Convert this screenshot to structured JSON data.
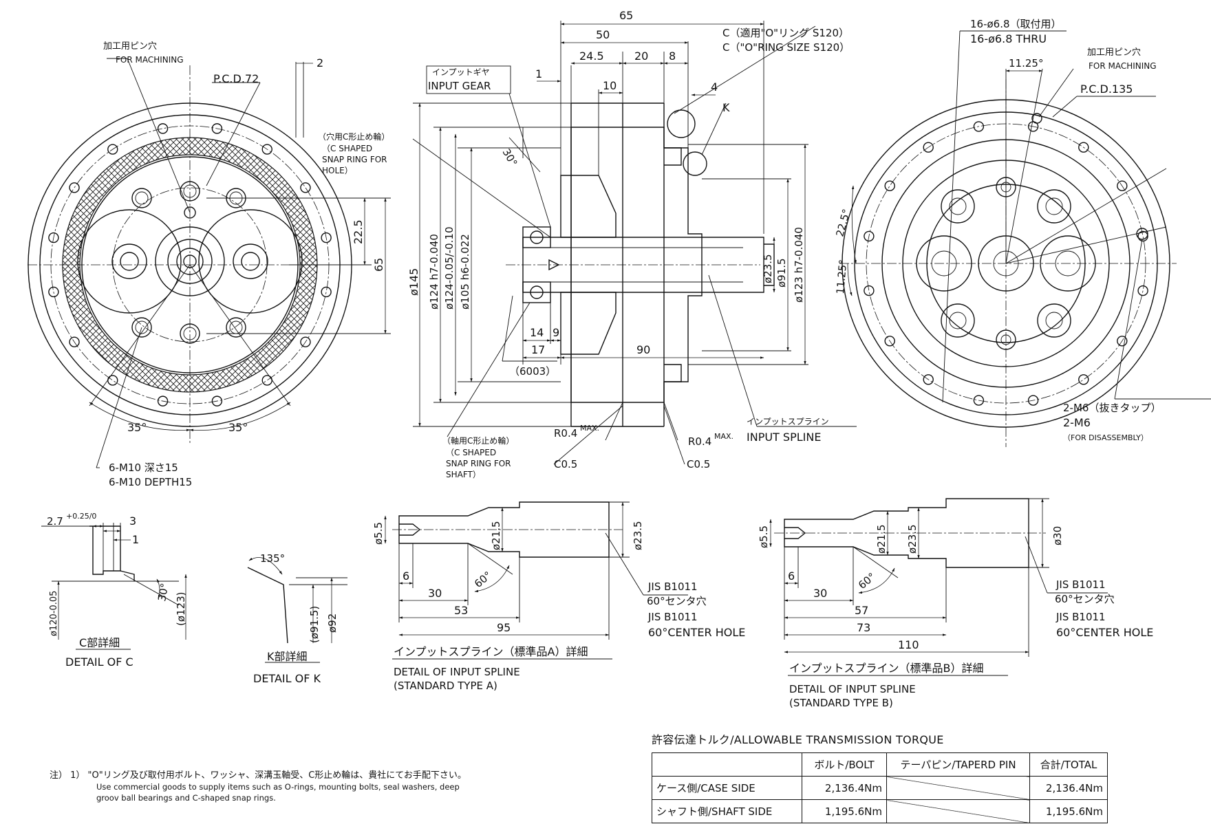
{
  "left_view": {
    "pin_hole_jp": "加工用ピン穴",
    "pin_hole_en": "FOR MACHINING",
    "pcd": "P.C.D.72",
    "dim_2": "2",
    "dim_22_5": "22.5",
    "dim_65": "65",
    "angle_a": "35°",
    "angle_b": "35°",
    "tap_jp": "6-M10 深さ15",
    "tap_en": "6-M10 DEPTH15"
  },
  "section_view": {
    "dim_65": "65",
    "dim_50": "50",
    "dim_24_5": "24.5",
    "dim_20": "20",
    "dim_8": "8",
    "dim_1": "1",
    "dim_10": "10",
    "dim_4": "4",
    "k_label": "K",
    "c_label_jp": "C（適用\"O\"リング S120）",
    "c_label_en": "C（\"O\"RING SIZE S120）",
    "input_gear_jp": "インプットギヤ",
    "input_gear_en": "INPUT GEAR",
    "snap_hole_jp": "（穴用C形止め輪）",
    "snap_hole_en1": "（C SHAPED",
    "snap_hole_en2": "SNAP RING FOR",
    "snap_hole_en3": "HOLE）",
    "angle_30": "30°",
    "d145": "ø145",
    "d124h7": "ø124 h7-0.040",
    "d124": "ø124-0.05/-0.10",
    "d105": "ø105 h6-0.022",
    "d23_5": "ø23.5",
    "d91_5": "ø91.5",
    "d123h7": "ø123 h7-0.040",
    "dim_14": "14",
    "dim_9": "9",
    "dim_17": "17",
    "dim_90": "90",
    "bearing": "（6003）",
    "snap_shaft_jp": "（軸用C形止め輪）",
    "snap_shaft_en1": "（C SHAPED",
    "snap_shaft_en2": "SNAP RING FOR",
    "snap_shaft_en3": "SHAFT）",
    "r04_left": "R0.4",
    "r04_right": "R0.4",
    "max": "MAX.",
    "c05_left": "C0.5",
    "c05_right": "C0.5",
    "spline_jp": "インプットスプライン",
    "spline_en": "INPUT SPLINE"
  },
  "right_view": {
    "holes_jp": "16-ø6.8（取付用）",
    "holes_en": "16-ø6.8 THRU",
    "angle_11_25": "11.25°",
    "pin_hole_jp": "加工用ピン穴",
    "pin_hole_en": "FOR MACHINING",
    "pcd": "P.C.D.135",
    "angle_22_5": "22.5°",
    "angle_11_25_b": "11.25°",
    "m6_jp": "2-M6（抜きタップ）",
    "m6_en": "2-M6",
    "m6_note": "（FOR DISASSEMBLY）"
  },
  "detail_c": {
    "dim_2_7": "2.7",
    "tol_2_7": "+0.25/0",
    "dim_3": "3",
    "dim_1": "1",
    "angle_30": "30°",
    "d123": "(ø123)",
    "d120": "ø120-0.05",
    "title_jp": "C部詳細",
    "title_en": "DETAIL OF C"
  },
  "detail_k": {
    "angle_135": "135°",
    "d91_5": "(ø91.5)",
    "d92": "ø92",
    "title_jp": "K部詳細",
    "title_en": "DETAIL OF K"
  },
  "spline_a": {
    "d5_5": "ø5.5",
    "d21_5": "ø21.5",
    "d23_5": "ø23.5",
    "dim_6": "6",
    "dim_30": "30",
    "angle_60": "60°",
    "dim_53": "53",
    "dim_95": "95",
    "jis_1": "JIS B1011",
    "jis_2": "60°センタ穴",
    "jis_3": "JIS B1011",
    "jis_4": "60°CENTER HOLE",
    "title_jp": "インプットスプライン（標準品A）詳細",
    "title_en1": "DETAIL OF INPUT SPLINE",
    "title_en2": "(STANDARD TYPE A)"
  },
  "spline_b": {
    "d5_5": "ø5.5",
    "d21_5": "ø21.5",
    "d23_5": "ø23.5",
    "d30": "ø30",
    "dim_6": "6",
    "dim_30": "30",
    "angle_60": "60°",
    "dim_57": "57",
    "dim_73": "73",
    "dim_110": "110",
    "jis_1": "JIS B1011",
    "jis_2": "60°センタ穴",
    "jis_3": "JIS B1011",
    "jis_4": "60°CENTER HOLE",
    "title_jp": "インプットスプライン（標準品B）詳細",
    "title_en1": "DETAIL OF INPUT SPLINE",
    "title_en2": "(STANDARD TYPE B)"
  },
  "torque": {
    "title": "許容伝達トルク/ALLOWABLE TRANSMISSION TORQUE",
    "headers": [
      "",
      "ボルト/BOLT",
      "テーパピン/TAPERD PIN",
      "合計/TOTAL"
    ],
    "rows": [
      {
        "label": "ケース側/CASE SIDE",
        "bolt": "2,136.4Nm",
        "pin": "",
        "total": "2,136.4Nm"
      },
      {
        "label": "シャフト側/SHAFT SIDE",
        "bolt": "1,195.6Nm",
        "pin": "",
        "total": "1,195.6Nm"
      }
    ]
  },
  "notes": {
    "prefix": "注） 1）",
    "line_jp": "\"O\"リング及び取付用ボルト、ワッシャ、深溝玉軸受、C形止め輪は、貴社にてお手配下さい。",
    "line_en1": "Use commercial goods to supply items such as O-rings, mounting bolts, seal washers, deep",
    "line_en2": "groov ball bearings and C-shaped snap rings."
  }
}
